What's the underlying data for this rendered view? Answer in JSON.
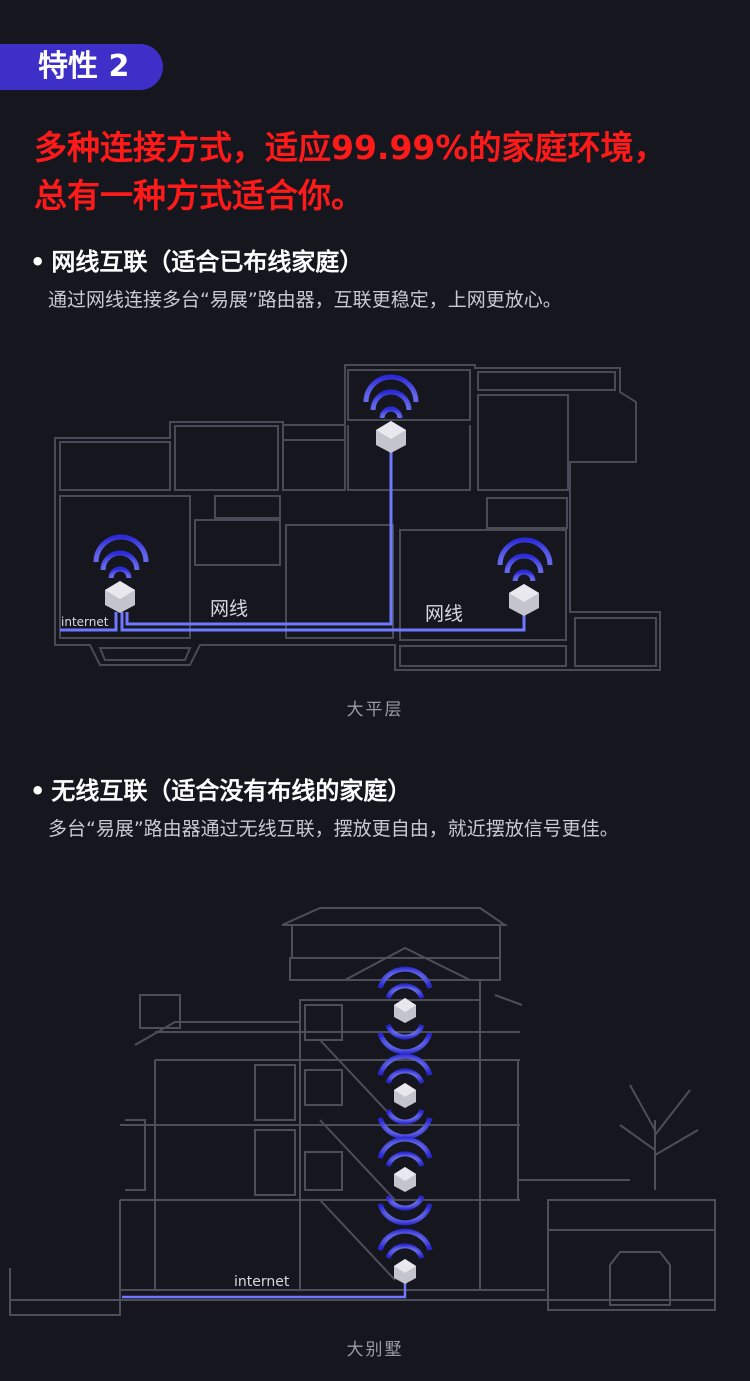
{
  "badge": {
    "label": "特性 2"
  },
  "headline": {
    "line1": "多种连接方式，适应99.99%的家庭环境，",
    "line2": "总有一种方式适合你。"
  },
  "wired": {
    "bullet": "•",
    "title": "网线互联（适合已布线家庭）",
    "desc": "通过网线连接多台“易展”路由器，互联更稳定，上网更放心。",
    "cable_label_1": "网线",
    "cable_label_2": "网线",
    "internet_label": "internet",
    "caption": "大平层"
  },
  "wireless": {
    "bullet": "•",
    "title": "无线互联（适合没有布线的家庭）",
    "desc": "多台“易展”路由器通过无线互联，摆放更自由，就近摆放信号更佳。",
    "internet_label": "internet",
    "caption": "大别墅"
  },
  "colors": {
    "accent_red": "#ff1a1a",
    "badge_purple": "#3e2fc8",
    "cable_blue": "#6f79ff",
    "background": "#16161f"
  }
}
